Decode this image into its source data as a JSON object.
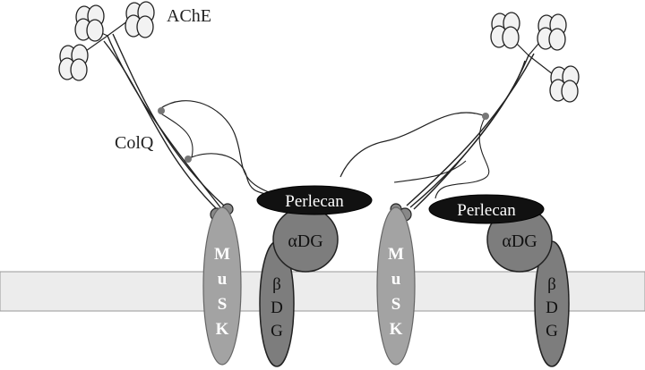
{
  "labels": {
    "ache": "AChE",
    "colq": "ColQ"
  },
  "left_complex": {
    "musk": [
      "M",
      "u",
      "S",
      "K"
    ],
    "perlecan": "Perlecan",
    "alpha_dg": "αDG",
    "beta_dg": [
      "β",
      "D",
      "G"
    ]
  },
  "right_complex": {
    "musk": [
      "M",
      "u",
      "S",
      "K"
    ],
    "perlecan": "Perlecan",
    "alpha_dg": "αDG",
    "beta_dg": [
      "β",
      "D",
      "G"
    ]
  },
  "colors": {
    "membrane": "#ececec",
    "musk": "#a3a3a3",
    "dystroglycan": "#7d7d7d",
    "perlecan": "#111111",
    "subunit": "#f2f2f2"
  }
}
